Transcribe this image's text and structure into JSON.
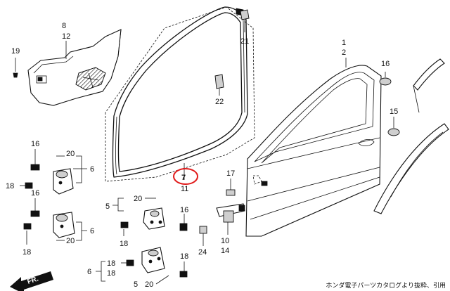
{
  "callouts": {
    "n1": "1",
    "n2": "2",
    "n5a": "5",
    "n5b": "5",
    "n6a": "6",
    "n6b": "6",
    "n6c": "6",
    "n7": "7",
    "n8": "8",
    "n10": "10",
    "n11": "11",
    "n12": "12",
    "n14": "14",
    "n15": "15",
    "n16a": "16",
    "n16b": "16",
    "n16c": "16",
    "n17": "17",
    "n18a": "18",
    "n18b": "18",
    "n18c": "18",
    "n18d": "18",
    "n18e": "18",
    "n18f": "18",
    "n19": "19",
    "n20a": "20",
    "n20b": "20",
    "n20c": "20",
    "n20d": "20",
    "n21": "21",
    "n22": "22",
    "n24": "24"
  },
  "front_arrow": {
    "label": "FR."
  },
  "highlight": {
    "color": "#e11b1b"
  },
  "credit": "ホンダ電子パーツカタログより抜粋、引用"
}
